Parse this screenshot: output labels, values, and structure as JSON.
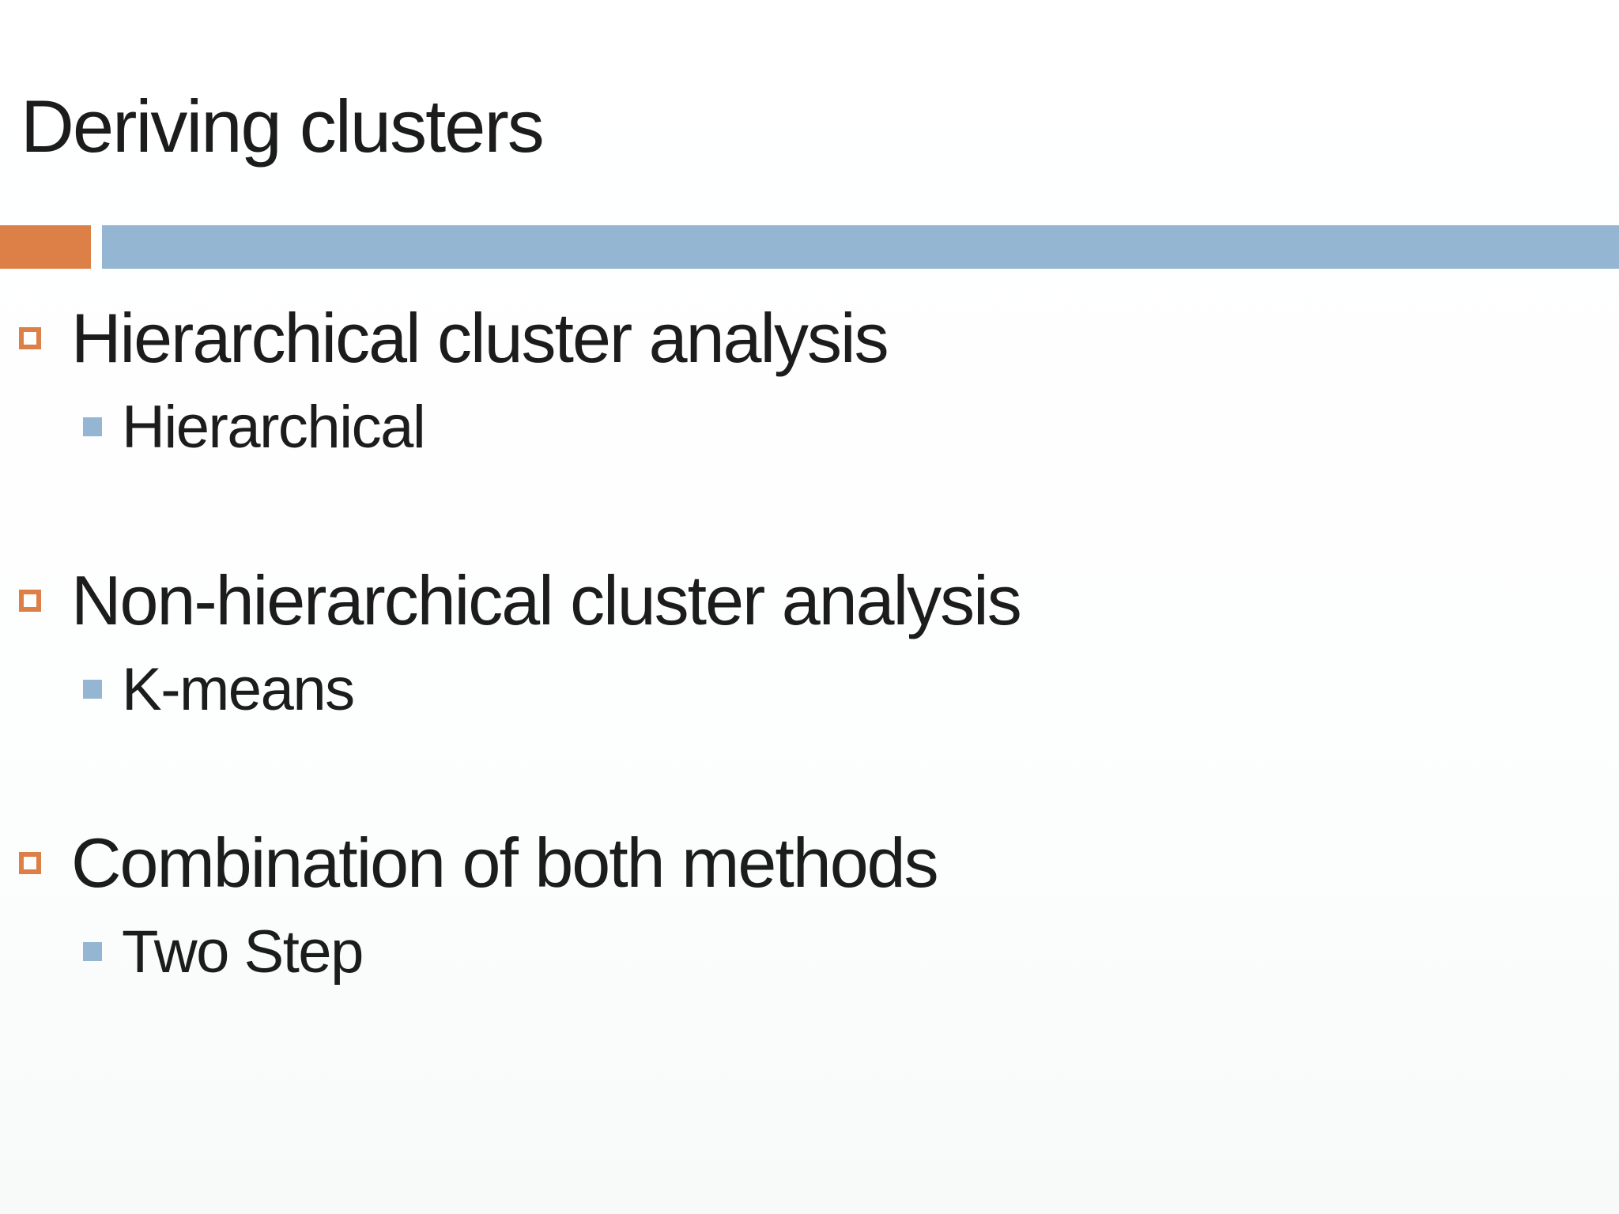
{
  "slide": {
    "title": "Deriving clusters",
    "colors": {
      "accent_orange": "#DD8047",
      "accent_blue": "#94B6D2",
      "text": "#1c1c1c",
      "background": "#fdfefe"
    },
    "icons": {
      "level1_bullet": "orange-outline-square",
      "level2_bullet": "blue-hollow-filled-square"
    },
    "bullets": [
      {
        "label": "Hierarchical cluster analysis",
        "sub": [
          "Hierarchical"
        ]
      },
      {
        "label": "Non-hierarchical cluster analysis",
        "sub": [
          "K-means"
        ]
      },
      {
        "label": "Combination of both methods",
        "sub": [
          "Two Step"
        ]
      }
    ]
  }
}
